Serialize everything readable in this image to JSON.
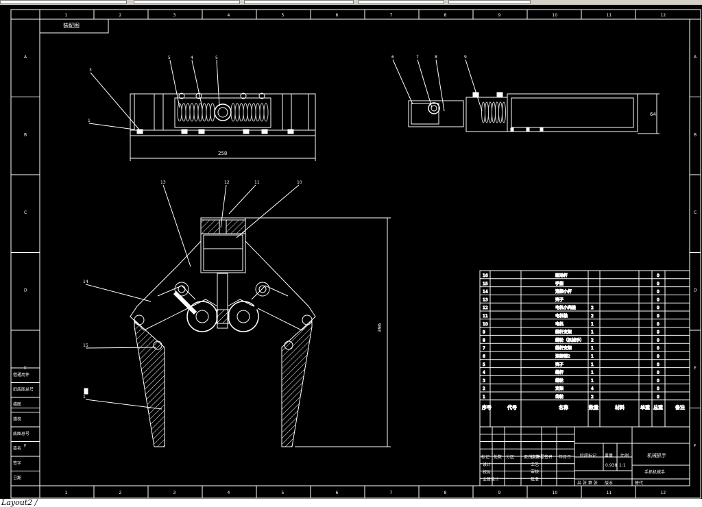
{
  "app": {
    "layout_tab": "Layout2 /"
  },
  "title_block_corner": "装配图",
  "border": {
    "columns": [
      "1",
      "2",
      "3",
      "4",
      "5",
      "6",
      "7",
      "8",
      "9",
      "10",
      "11",
      "12"
    ],
    "rows": [
      "A",
      "B",
      "C",
      "D",
      "E",
      "F"
    ]
  },
  "left_strip": [
    "借通用件",
    "旧底图总号",
    "描图",
    "描校",
    "底图总号",
    "签名",
    "签字",
    "日期"
  ],
  "dimensions": {
    "top_width": "258",
    "side_height": "64",
    "gripper_height": "396"
  },
  "callouts": {
    "top_view": [
      "5",
      "4",
      "5",
      "3",
      "1"
    ],
    "side_view": [
      "6",
      "7",
      "8",
      "9"
    ],
    "front_view": [
      "13",
      "12",
      "11",
      "10",
      "14",
      "15",
      "1"
    ]
  },
  "bom": {
    "headers": {
      "no": "序号",
      "code": "代号",
      "name": "名称",
      "qty": "数量",
      "material": "材料",
      "unit_weight": "单重",
      "total_weight": "总重",
      "remark": "备注"
    },
    "rows": [
      {
        "no": "16",
        "name": "驱动杆",
        "qty": "",
        "total": "0"
      },
      {
        "no": "15",
        "name": "手指",
        "qty": "",
        "total": "0"
      },
      {
        "no": "14",
        "name": "连接小杆",
        "qty": "",
        "total": "0"
      },
      {
        "no": "13",
        "name": "壳子",
        "qty": "",
        "total": "0"
      },
      {
        "no": "12",
        "name": "电机小壳盖",
        "qty": "2",
        "total": "0"
      },
      {
        "no": "11",
        "name": "电机轴",
        "qty": "2",
        "total": "0"
      },
      {
        "no": "10",
        "name": "电机",
        "qty": "1",
        "total": "0"
      },
      {
        "no": "9",
        "name": "蜗杆支架",
        "qty": "1",
        "total": "0"
      },
      {
        "no": "8",
        "name": "蜗轮（机械手）",
        "qty": "2",
        "total": "0"
      },
      {
        "no": "7",
        "name": "蜗杆支架",
        "qty": "1",
        "total": "0"
      },
      {
        "no": "6",
        "name": "连接销2",
        "qty": "1",
        "total": "0"
      },
      {
        "no": "5",
        "name": "壳子",
        "qty": "1",
        "total": "0"
      },
      {
        "no": "4",
        "name": "蜗杆",
        "qty": "1",
        "total": "0"
      },
      {
        "no": "3",
        "name": "蜗轮",
        "qty": "1",
        "total": "0"
      },
      {
        "no": "2",
        "name": "支架",
        "qty": "4",
        "total": "0"
      },
      {
        "no": "1",
        "name": "齿轮",
        "qty": "2",
        "total": "0"
      }
    ]
  },
  "title_block": {
    "labels": [
      "标记",
      "处数",
      "分区",
      "更改文件号",
      "签名",
      "年月日"
    ],
    "left_rows": [
      "设计",
      "校对",
      "主管设计"
    ],
    "mid_rows": [
      "标准化",
      "工艺",
      "审核",
      "批准"
    ],
    "stage_labels": [
      "阶段标记",
      "重量",
      "比例"
    ],
    "weight": "0.938",
    "scale": "1:1",
    "sheet": "共  张  第  张",
    "version": "版本",
    "replace": "替代",
    "drawing_name": "机械抓手",
    "drawing_code": "手抓机械手"
  }
}
